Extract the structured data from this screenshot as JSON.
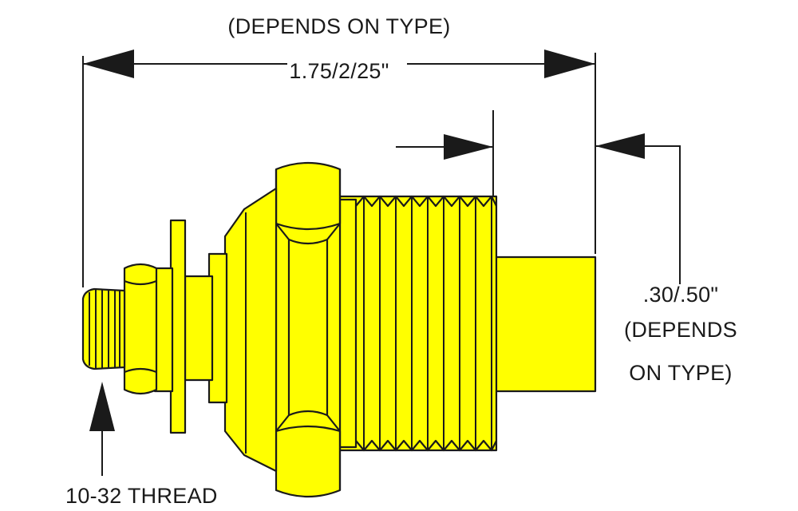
{
  "diagram": {
    "title_note": "(DEPENDS ON TYPE)",
    "overall_length": "1.75/2/25\"",
    "tip_length": ".30/.50\"",
    "tip_note_line1": "(DEPENDS",
    "tip_note_line2": "ON TYPE)",
    "thread_label": "10-32 THREAD"
  },
  "colors": {
    "body": "#ffff00",
    "outline": "#1a1a1a",
    "background": "#ffffff"
  }
}
